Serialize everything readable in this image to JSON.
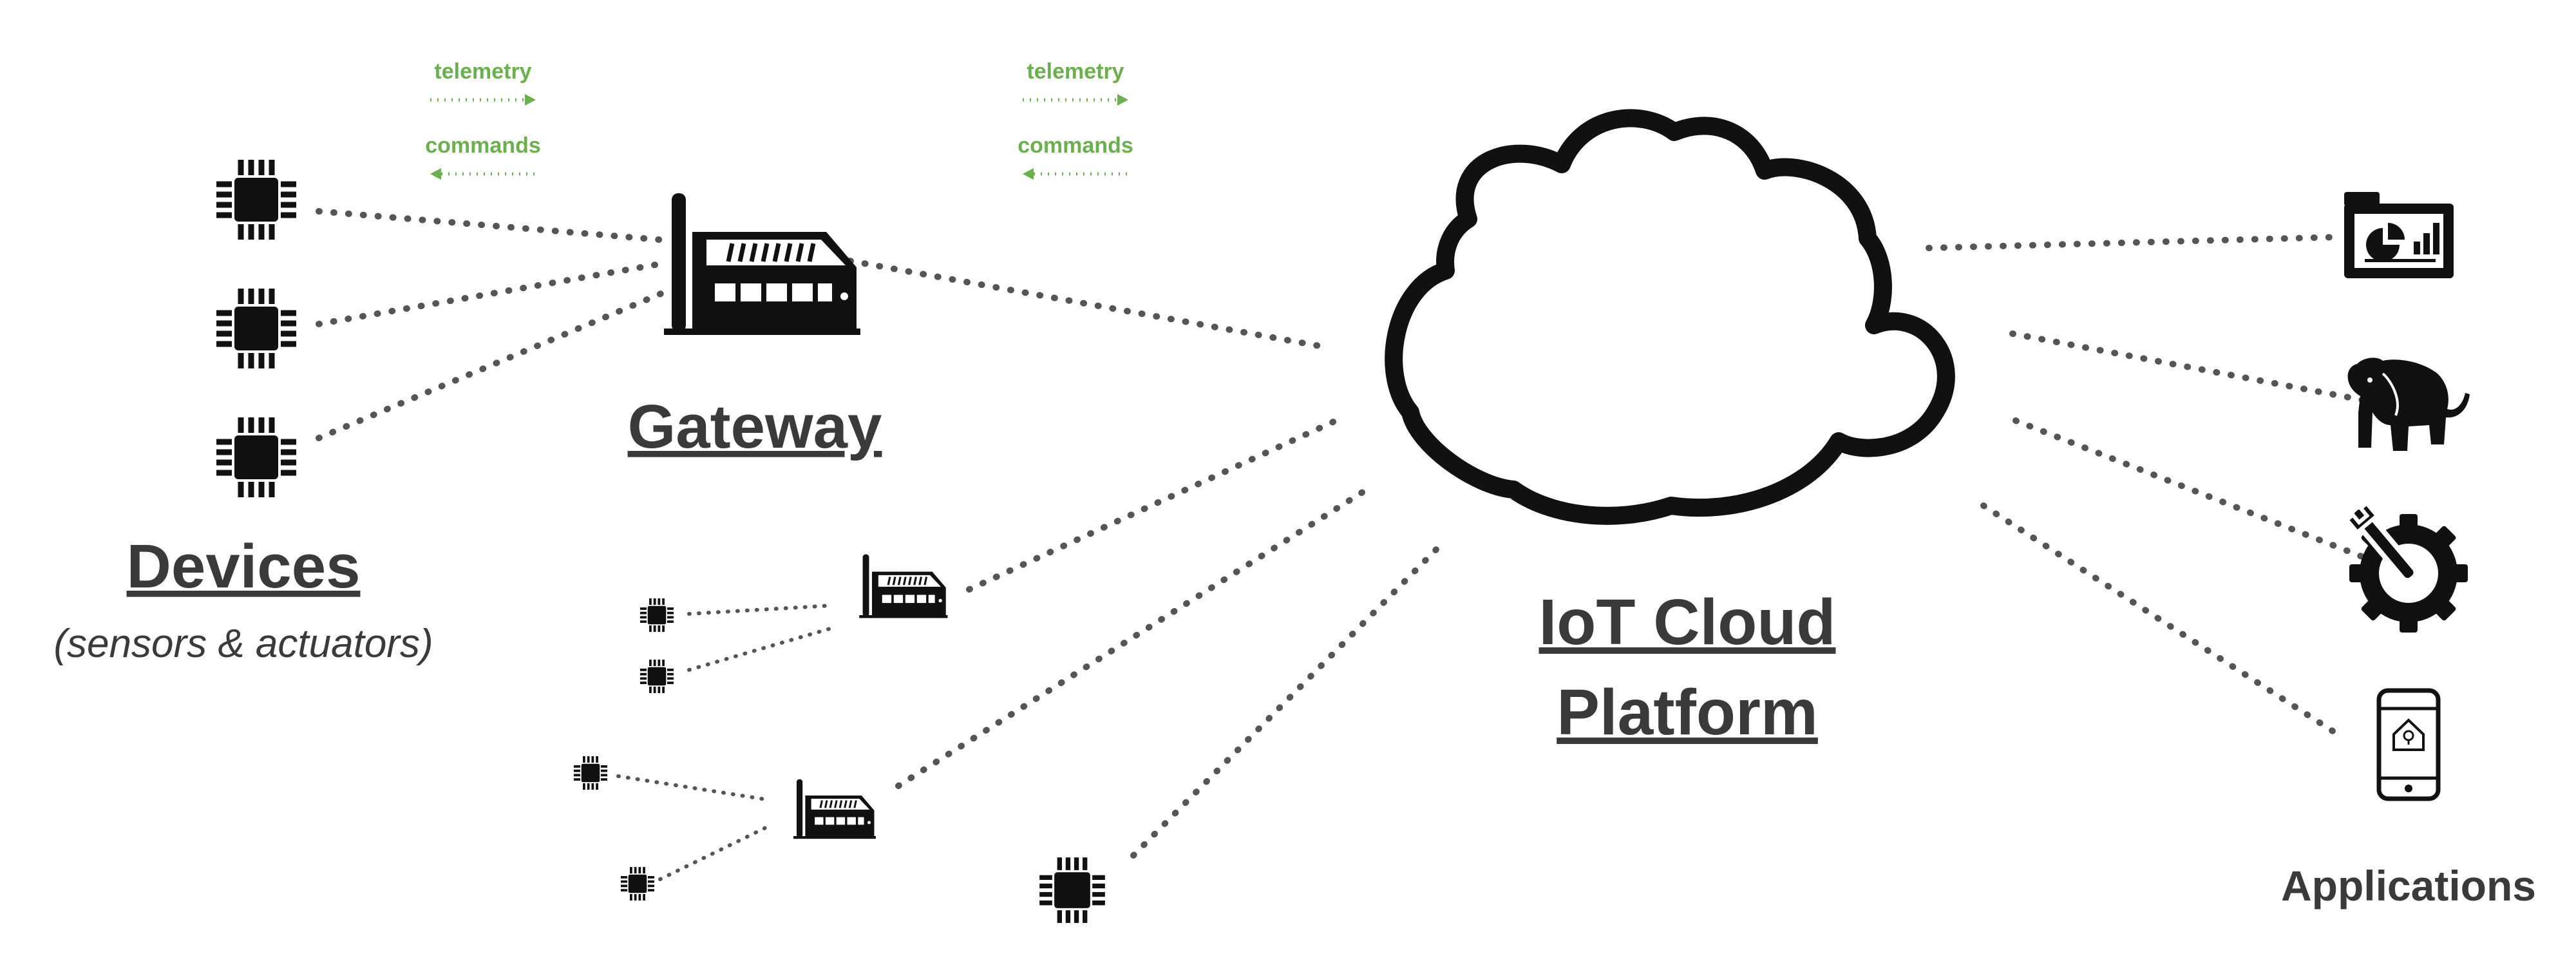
{
  "labels": {
    "devices": "Devices",
    "devices_sub": "(sensors & actuators)",
    "gateway": "Gateway",
    "cloud_line1": "IoT Cloud",
    "cloud_line2": "Platform",
    "applications": "Applications",
    "telemetry": "telemetry",
    "commands": "commands"
  },
  "colors": {
    "accent_green": "#6ab04c",
    "text_dark": "#3a3a3a",
    "icon_black": "#111111",
    "link_gray": "#555555"
  },
  "icons": {
    "device": "chip-icon",
    "gateway": "router-icon",
    "cloud": "cloud-icon",
    "dashboard": "dashboard-icon",
    "bigdata": "elephant-icon",
    "management": "wrench-gear-icon",
    "mobile": "smartphone-icon"
  }
}
